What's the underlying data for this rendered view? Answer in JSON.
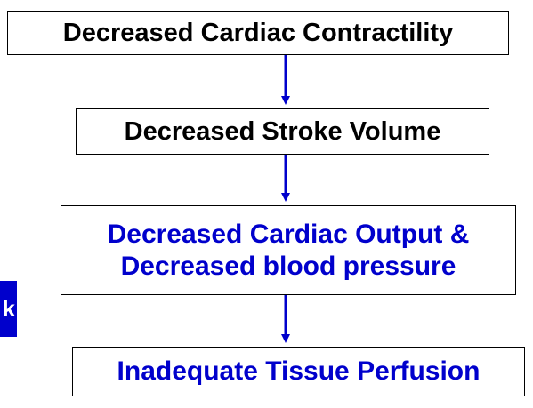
{
  "colors": {
    "black_text": "#000000",
    "blue_text": "#0000cc",
    "arrow": "#0000cc",
    "border": "#000000",
    "tab_fill": "#0000cc"
  },
  "flowchart": {
    "step1": {
      "text": "Decreased Cardiac Contractility"
    },
    "step2": {
      "text": "Decreased Stroke Volume"
    },
    "step3": {
      "line1": "Decreased Cardiac Output &",
      "line2": "Decreased blood pressure"
    },
    "step4": {
      "text": "Inadequate Tissue Perfusion"
    }
  },
  "edge_tab": {
    "text": "k"
  }
}
